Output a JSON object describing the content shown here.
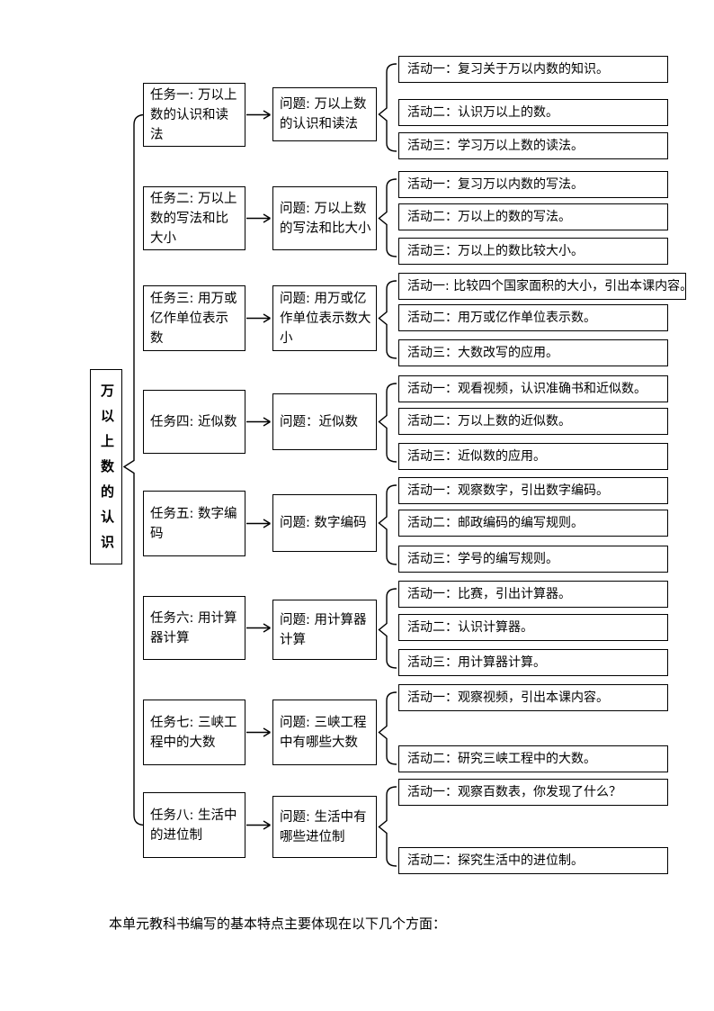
{
  "root": {
    "title": "万以上数的认识"
  },
  "tasks": [
    {
      "task": "任务一: 万以上数的认识和读法",
      "question": "问题: 万以上数的认识和读法",
      "activities": [
        "活动一：复习关于万以内数的知识。",
        "活动二：认识万以上的数。",
        "活动三：学习万以上数的读法。"
      ]
    },
    {
      "task": "任务二: 万以上数的写法和比大小",
      "question": "问题: 万以上数的写法和比大小",
      "activities": [
        "活动一：复习万以内数的写法。",
        "活动二：万以上的数的写法。",
        "活动三：万以上的数比较大小。"
      ]
    },
    {
      "task": "任务三: 用万或亿作单位表示数",
      "question": "问题: 用万或亿作单位表示数大小",
      "activities": [
        "活动一: 比较四个国家面积的大小，引出本课内容。",
        "活动二：用万或亿作单位表示数。",
        "活动三：大数改写的应用。"
      ]
    },
    {
      "task": "任务四: 近似数",
      "question": "问题：近似数",
      "activities": [
        "活动一：观看视频，认识准确书和近似数。",
        "活动二：万以上数的近似数。",
        "活动三：近似数的应用。"
      ]
    },
    {
      "task": "任务五: 数字编码",
      "question": "问题: 数字编码",
      "activities": [
        "活动一：观察数字，引出数字编码。",
        "活动二：邮政编码的编写规则。",
        "活动三：学号的编写规则。"
      ]
    },
    {
      "task": "任务六: 用计算器计算",
      "question": "问题: 用计算器计算",
      "activities": [
        "活动一：比赛，引出计算器。",
        "活动二：认识计算器。",
        "活动三：用计算器计算。"
      ]
    },
    {
      "task": "任务七: 三峡工程中的大数",
      "question": "问题: 三峡工程中有哪些大数",
      "activities": [
        "活动一：观察视频，引出本课内容。",
        "活动二：研究三峡工程中的大数。"
      ]
    },
    {
      "task": "任务八: 生活中的进位制",
      "question": "问题: 生活中有哪些进位制",
      "activities": [
        "活动一：观察百数表，你发现了什么？",
        "活动二：探究生活中的进位制。"
      ]
    }
  ],
  "footer": {
    "text": "本单元教科书编写的基本特点主要体现在以下几个方面："
  },
  "colors": {
    "line": "#000000",
    "background": "#ffffff"
  }
}
